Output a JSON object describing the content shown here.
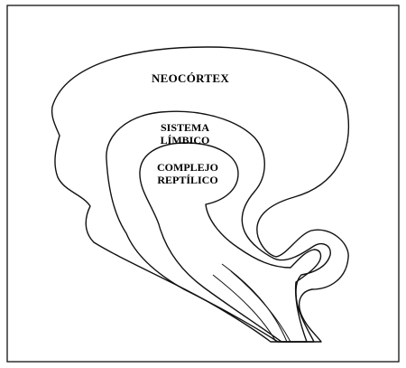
{
  "labels": {
    "neocortex": "NEOCÓRTEX",
    "limbic_line1": "SISTEMA",
    "limbic_line2": "LÍMBICO",
    "reptilian_line1": "COMPLEJO",
    "reptilian_line2": "REPTÍLICO"
  },
  "colors": {
    "ink": "#111111",
    "paper": "#ffffff"
  }
}
